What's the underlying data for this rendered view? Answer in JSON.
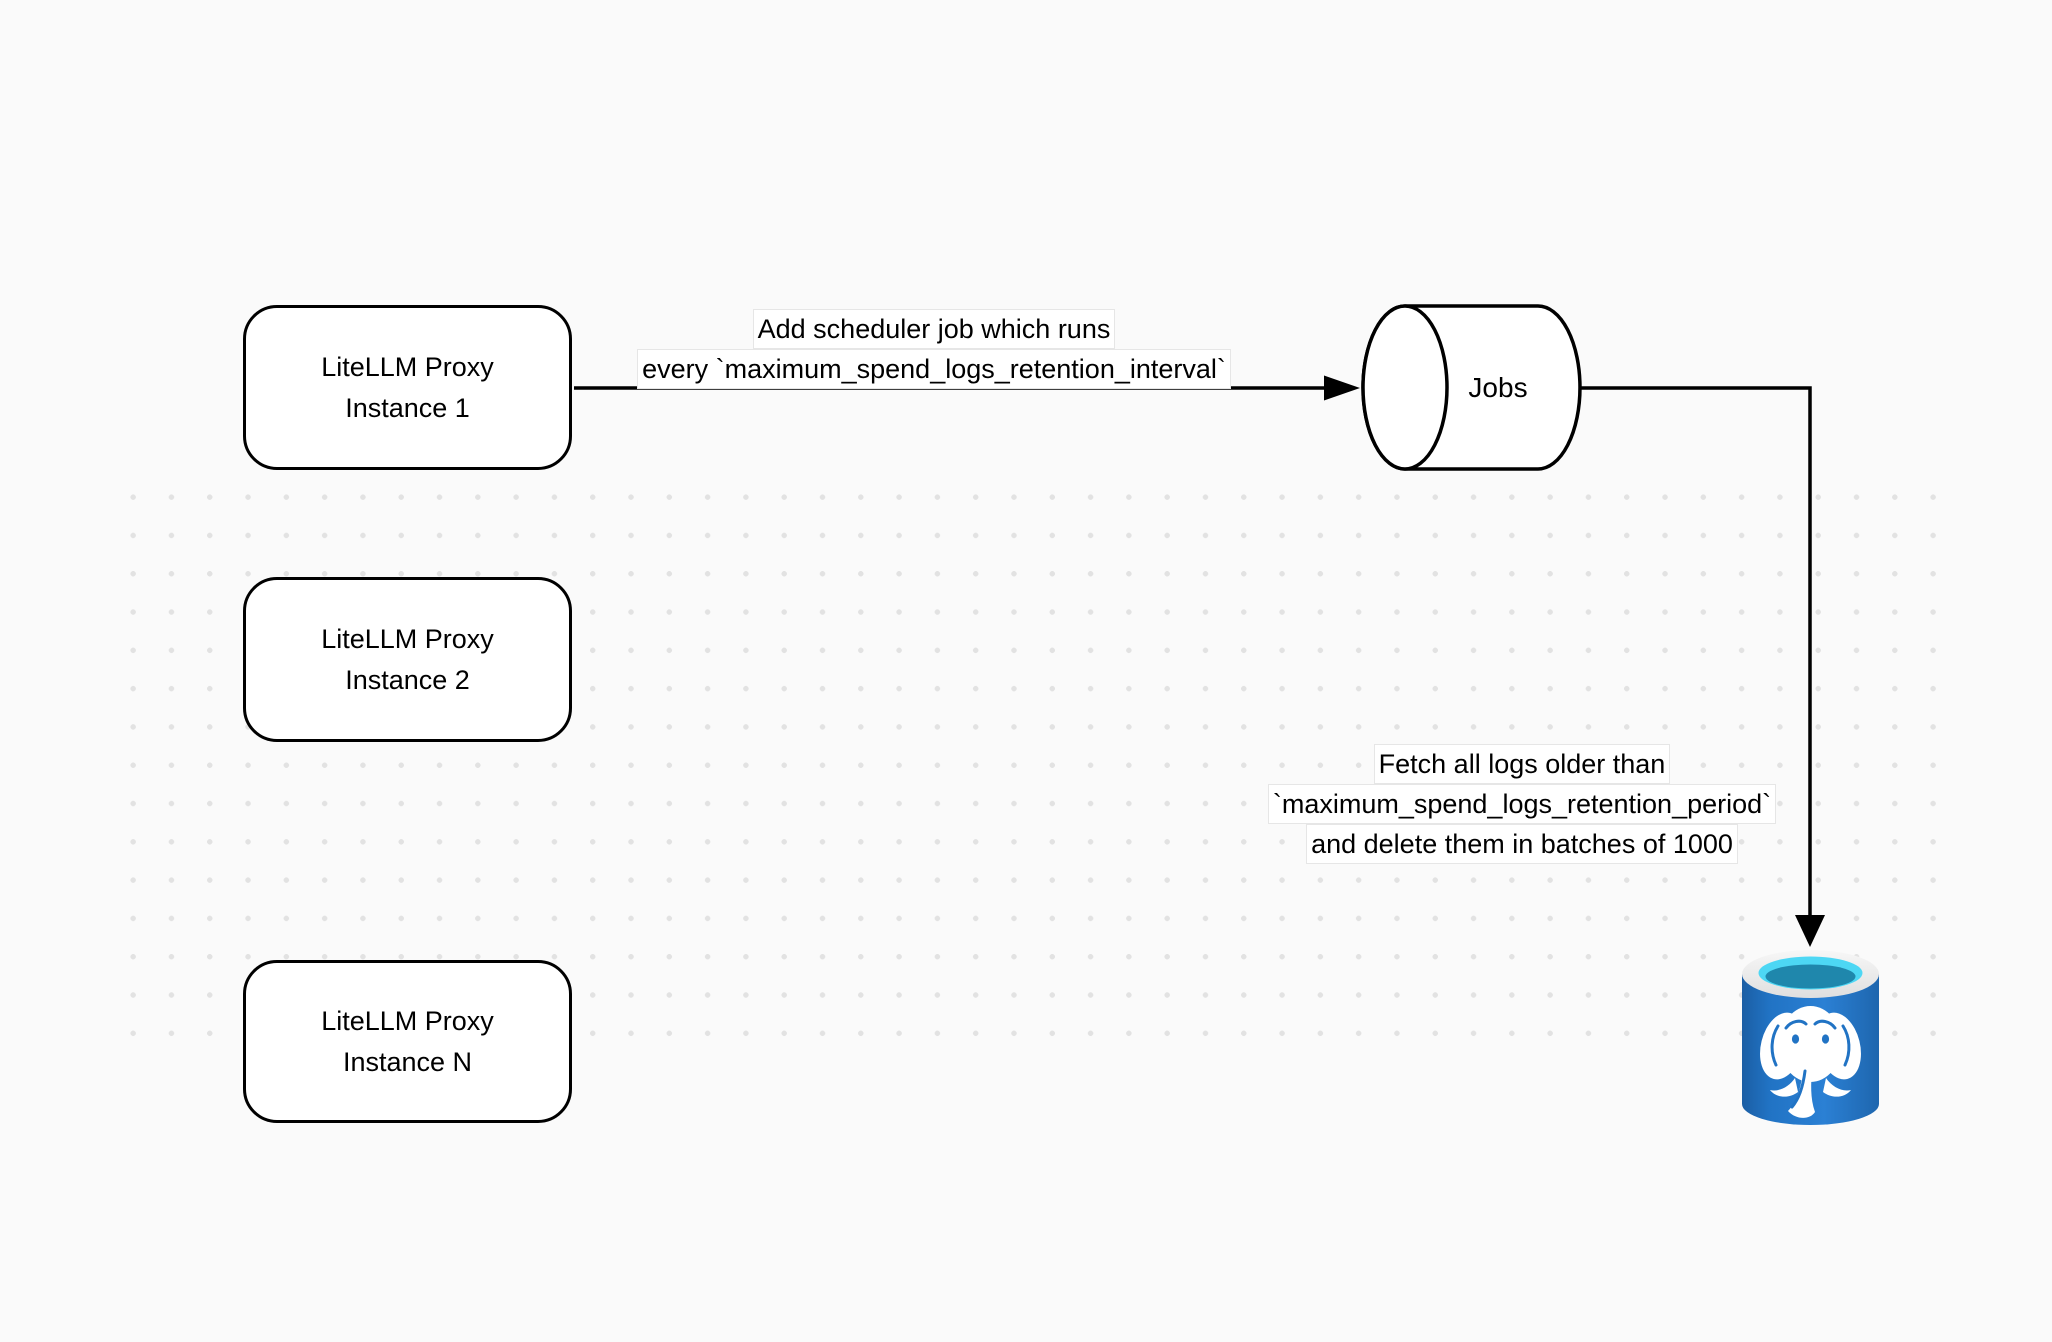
{
  "diagram": {
    "background": "#FAFAFA",
    "dot_color": "#E2E2E2",
    "stroke_color": "#000000",
    "nodes": [
      {
        "lines": [
          "LiteLLM Proxy",
          "Instance 1"
        ]
      },
      {
        "lines": [
          "LiteLLM Proxy",
          "Instance 2"
        ]
      },
      {
        "lines": [
          "LiteLLM Proxy",
          "Instance N"
        ]
      }
    ],
    "queue": {
      "label": "Jobs"
    },
    "edges": [
      {
        "lines": [
          "Add scheduler job which runs",
          "every `maximum_spend_logs_retention_interval`"
        ]
      },
      {
        "lines": [
          "Fetch all logs older than",
          "`maximum_spend_logs_retention_period`",
          "and delete them in batches of 1000"
        ]
      }
    ],
    "database": {
      "icon": "postgresql-icon",
      "body_color": "#2173C4",
      "rim_color": "#EDEDED",
      "water_color": "#4DD7F4",
      "water_deep_color": "#1F87AC"
    }
  }
}
